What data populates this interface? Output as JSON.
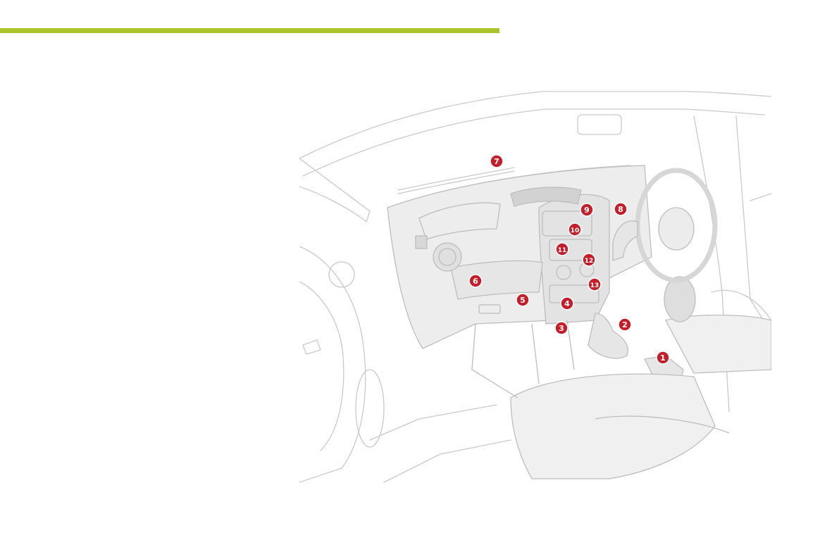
{
  "page": {
    "accent_color": "#a8c62a"
  },
  "illustration": {
    "subject": "dashboard-interior",
    "line_color": "#c9c9c9",
    "panel_color": "#ededed",
    "callout_color": "#c41e2a",
    "callouts": [
      {
        "id": "1",
        "label": "1"
      },
      {
        "id": "2",
        "label": "2"
      },
      {
        "id": "3",
        "label": "3"
      },
      {
        "id": "4",
        "label": "4"
      },
      {
        "id": "5",
        "label": "5"
      },
      {
        "id": "6",
        "label": "6"
      },
      {
        "id": "7",
        "label": "7"
      },
      {
        "id": "8",
        "label": "8"
      },
      {
        "id": "9",
        "label": "9"
      },
      {
        "id": "10",
        "label": "10"
      },
      {
        "id": "11",
        "label": "11"
      },
      {
        "id": "12",
        "label": "12"
      },
      {
        "id": "13",
        "label": "13"
      }
    ]
  }
}
